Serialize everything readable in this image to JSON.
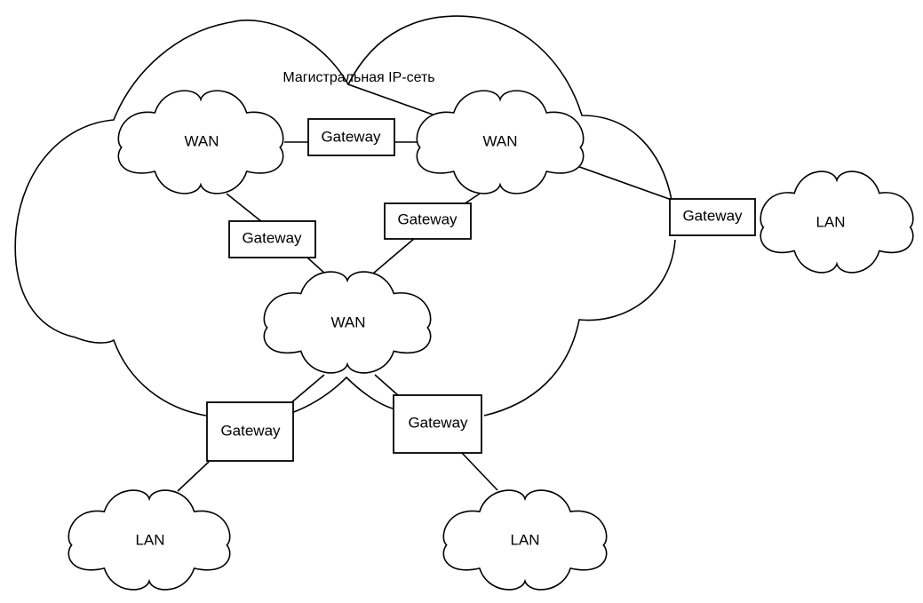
{
  "diagram": {
    "title": "Магистральная IP-сеть",
    "nodes": {
      "wan_left": "WAN",
      "wan_right": "WAN",
      "wan_center": "WAN",
      "lan_right": "LAN",
      "lan_bottom_left": "LAN",
      "lan_bottom_right": "LAN"
    },
    "gateways": {
      "top": "Gateway",
      "mid_left": "Gateway",
      "mid_right": "Gateway",
      "right": "Gateway",
      "bottom_left": "Gateway",
      "bottom_right": "Gateway"
    },
    "colors": {
      "stroke": "#000000",
      "background": "#ffffff"
    }
  }
}
